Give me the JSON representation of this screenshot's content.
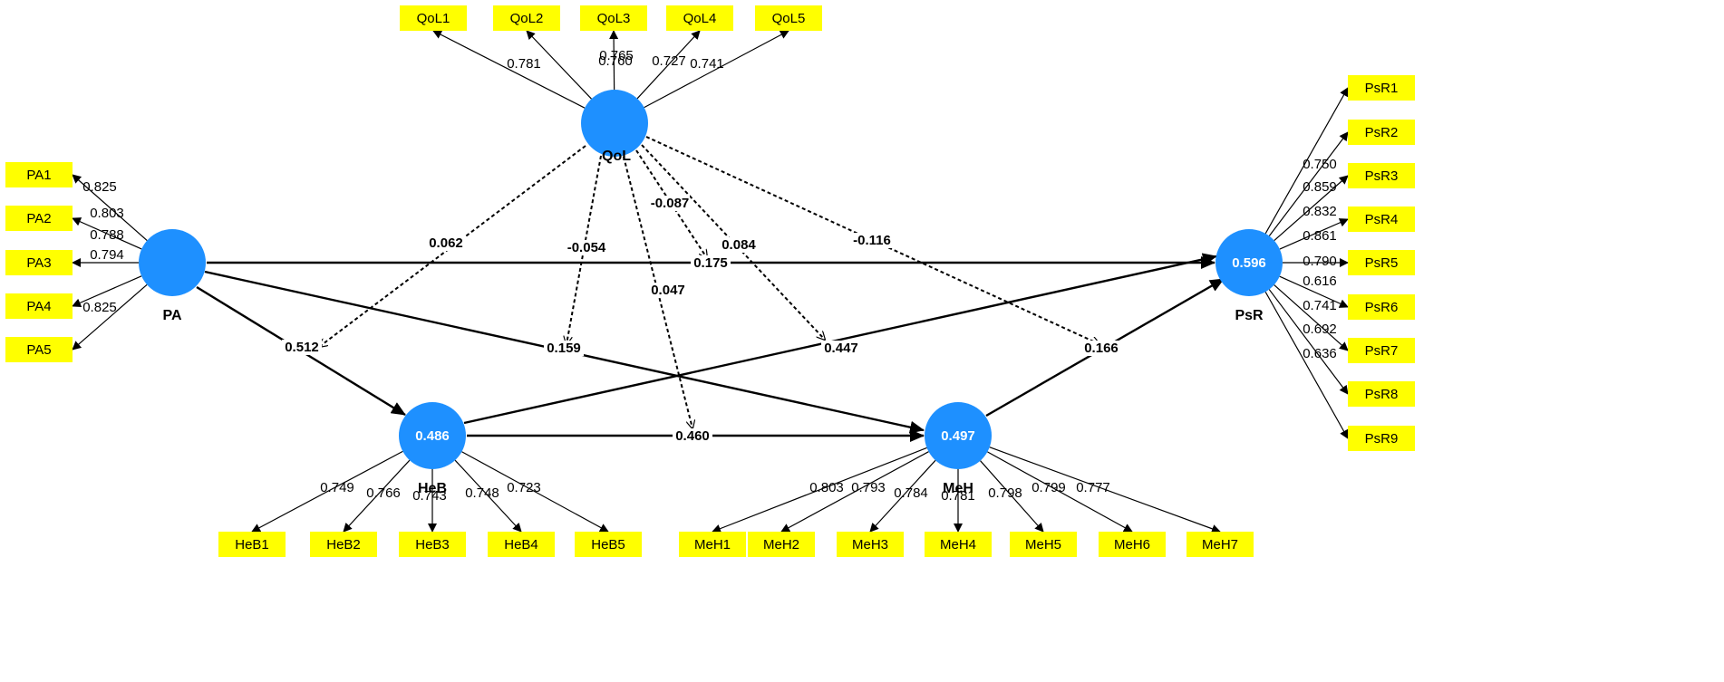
{
  "colors": {
    "latent": "#1e90ff",
    "indicator": "#ffff00",
    "lines": "#000000"
  },
  "latent_variables": [
    {
      "id": "QoL",
      "name": "QoL",
      "r2": ""
    },
    {
      "id": "PA",
      "name": "PA",
      "r2": ""
    },
    {
      "id": "PsR",
      "name": "PsR",
      "r2": "0.596"
    },
    {
      "id": "HeB",
      "name": "HeB",
      "r2": "0.486"
    },
    {
      "id": "MeH",
      "name": "MeH",
      "r2": "0.497"
    }
  ],
  "indicators": {
    "QoL": [
      {
        "name": "QoL1",
        "loading": "0.781"
      },
      {
        "name": "QoL2",
        "loading": "0.760"
      },
      {
        "name": "QoL3",
        "loading": "0.765"
      },
      {
        "name": "QoL4",
        "loading": "0.727"
      },
      {
        "name": "QoL5",
        "loading": "0.741"
      }
    ],
    "PA": [
      {
        "name": "PA1",
        "loading": "0.825"
      },
      {
        "name": "PA2",
        "loading": "0.803"
      },
      {
        "name": "PA3",
        "loading": "0.788"
      },
      {
        "name": "PA4",
        "loading": "0.794"
      },
      {
        "name": "PA5",
        "loading": "0.825"
      }
    ],
    "PsR": [
      {
        "name": "PsR1",
        "loading": "0.750"
      },
      {
        "name": "PsR2",
        "loading": "0.859"
      },
      {
        "name": "PsR3",
        "loading": "0.832"
      },
      {
        "name": "PsR4",
        "loading": "0.861"
      },
      {
        "name": "PsR5",
        "loading": "0.790"
      },
      {
        "name": "PsR6",
        "loading": "0.616"
      },
      {
        "name": "PsR7",
        "loading": "0.741"
      },
      {
        "name": "PsR8",
        "loading": "0.692"
      },
      {
        "name": "PsR9",
        "loading": "0.636"
      }
    ],
    "HeB": [
      {
        "name": "HeB1",
        "loading": "0.749"
      },
      {
        "name": "HeB2",
        "loading": "0.766"
      },
      {
        "name": "HeB3",
        "loading": "0.743"
      },
      {
        "name": "HeB4",
        "loading": "0.748"
      },
      {
        "name": "HeB5",
        "loading": "0.723"
      }
    ],
    "MeH": [
      {
        "name": "MeH1",
        "loading": "0.803"
      },
      {
        "name": "MeH2",
        "loading": "0.793"
      },
      {
        "name": "MeH3",
        "loading": "0.784"
      },
      {
        "name": "MeH4",
        "loading": "0.781"
      },
      {
        "name": "MeH5",
        "loading": "0.798"
      },
      {
        "name": "MeH6",
        "loading": "0.799"
      },
      {
        "name": "MeH7",
        "loading": "0.777"
      }
    ]
  },
  "paths": [
    {
      "from": "PA",
      "to": "PsR",
      "coef": "0.175",
      "style": "solid"
    },
    {
      "from": "PA",
      "to": "HeB",
      "coef": "0.512",
      "style": "solid"
    },
    {
      "from": "PA",
      "to": "MeH",
      "coef": "0.159",
      "style": "solid"
    },
    {
      "from": "HeB",
      "to": "MeH",
      "coef": "0.460",
      "style": "solid"
    },
    {
      "from": "HeB",
      "to": "PsR",
      "coef": "0.447",
      "style": "solid"
    },
    {
      "from": "MeH",
      "to": "PsR",
      "coef": "0.166",
      "style": "solid"
    },
    {
      "from": "QoL",
      "to": "PA-HeB",
      "coef": "0.062",
      "style": "dashed"
    },
    {
      "from": "QoL",
      "to": "PA-MeH",
      "coef": "-0.054",
      "style": "dashed"
    },
    {
      "from": "QoL",
      "to": "HeB-MeH",
      "coef": "0.047",
      "style": "dashed"
    },
    {
      "from": "QoL",
      "to": "PA-PsR",
      "coef": "-0.087",
      "style": "dashed"
    },
    {
      "from": "QoL",
      "to": "HeB-PsR",
      "coef": "0.084",
      "style": "dashed"
    },
    {
      "from": "QoL",
      "to": "MeH-PsR",
      "coef": "-0.116",
      "style": "dashed"
    }
  ]
}
